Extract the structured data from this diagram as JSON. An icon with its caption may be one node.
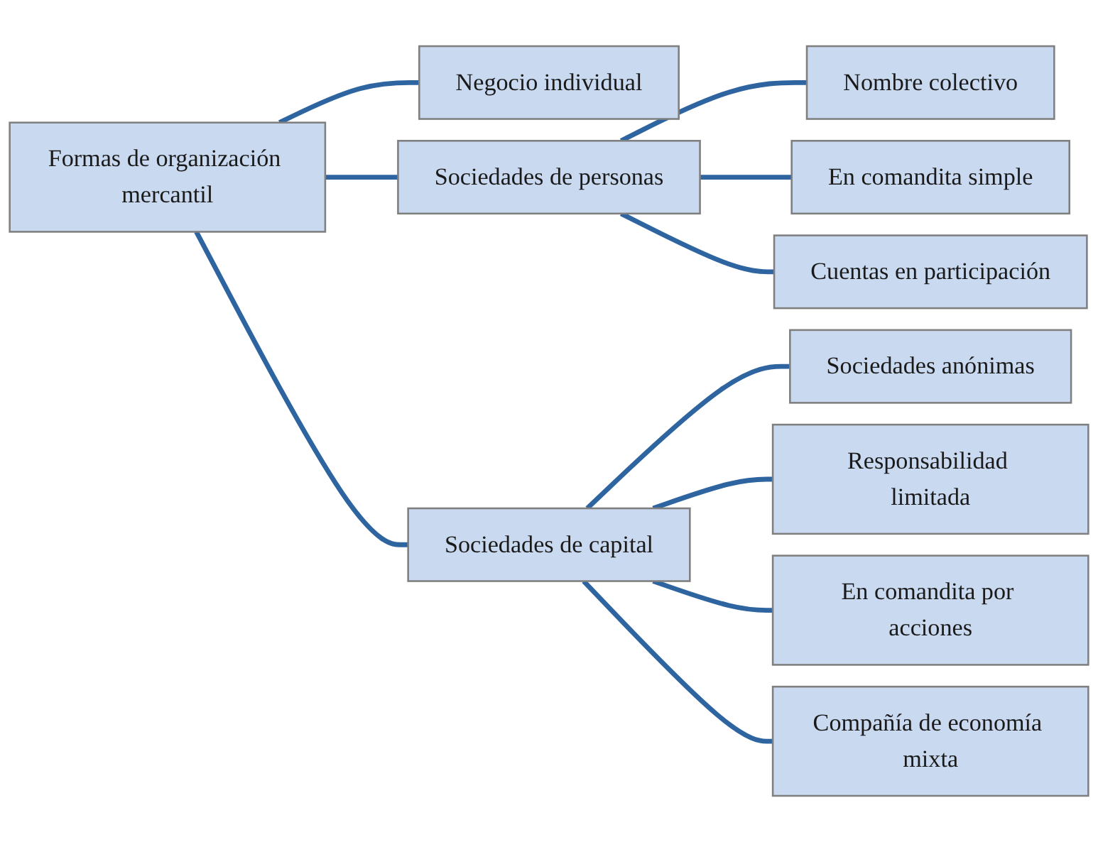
{
  "diagram": {
    "nodes": [
      {
        "text": [
          "Formas de organización mercantil"
        ]
      },
      {
        "text": [
          "Negocio individual"
        ]
      },
      {
        "text": [
          "Sociedades de personas"
        ]
      },
      {
        "text": [
          "Nombre colectivo"
        ]
      },
      {
        "text": [
          "En comandita simple"
        ]
      },
      {
        "text": [
          "Cuentas en participación"
        ]
      },
      {
        "text": [
          "Sociedades de capital"
        ]
      },
      {
        "text": [
          "Sociedades anónimas"
        ]
      },
      {
        "text": [
          "Responsabilidad limitada"
        ]
      },
      {
        "text": [
          "En comandita por acciones"
        ]
      },
      {
        "text": [
          "Compañía de economía mixta"
        ]
      }
    ],
    "edges": [
      {
        "from": 0,
        "to": 1,
        "arrow": "none"
      },
      {
        "from": 0,
        "to": 2,
        "arrow": "none"
      },
      {
        "from": 0,
        "to": 6,
        "arrow": "none"
      },
      {
        "from": 2,
        "to": 3,
        "arrow": "none"
      },
      {
        "from": 2,
        "to": 4,
        "arrow": "none"
      },
      {
        "from": 2,
        "to": 5,
        "arrow": "none"
      },
      {
        "from": 6,
        "to": 7,
        "arrow": "none"
      },
      {
        "from": 6,
        "to": 8,
        "arrow": "none"
      },
      {
        "from": 6,
        "to": 9,
        "arrow": "none"
      },
      {
        "from": 6,
        "to": 10,
        "arrow": "none"
      }
    ]
  }
}
